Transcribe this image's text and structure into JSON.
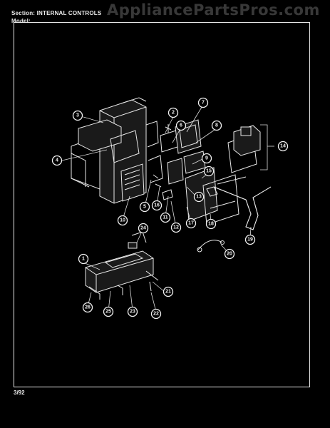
{
  "header": {
    "section_line": "Section: INTERNAL CONTROLS",
    "model_line": "Model:"
  },
  "watermark": "AppliancePartsPros.com",
  "footer": {
    "date_code": "3/92"
  },
  "callouts": [
    "1",
    "2",
    "3",
    "4",
    "5",
    "6",
    "7",
    "8",
    "9",
    "10",
    "11",
    "12",
    "13",
    "14",
    "15",
    "16",
    "17",
    "18",
    "19",
    "20",
    "21",
    "22",
    "23",
    "24",
    "25",
    "26"
  ]
}
